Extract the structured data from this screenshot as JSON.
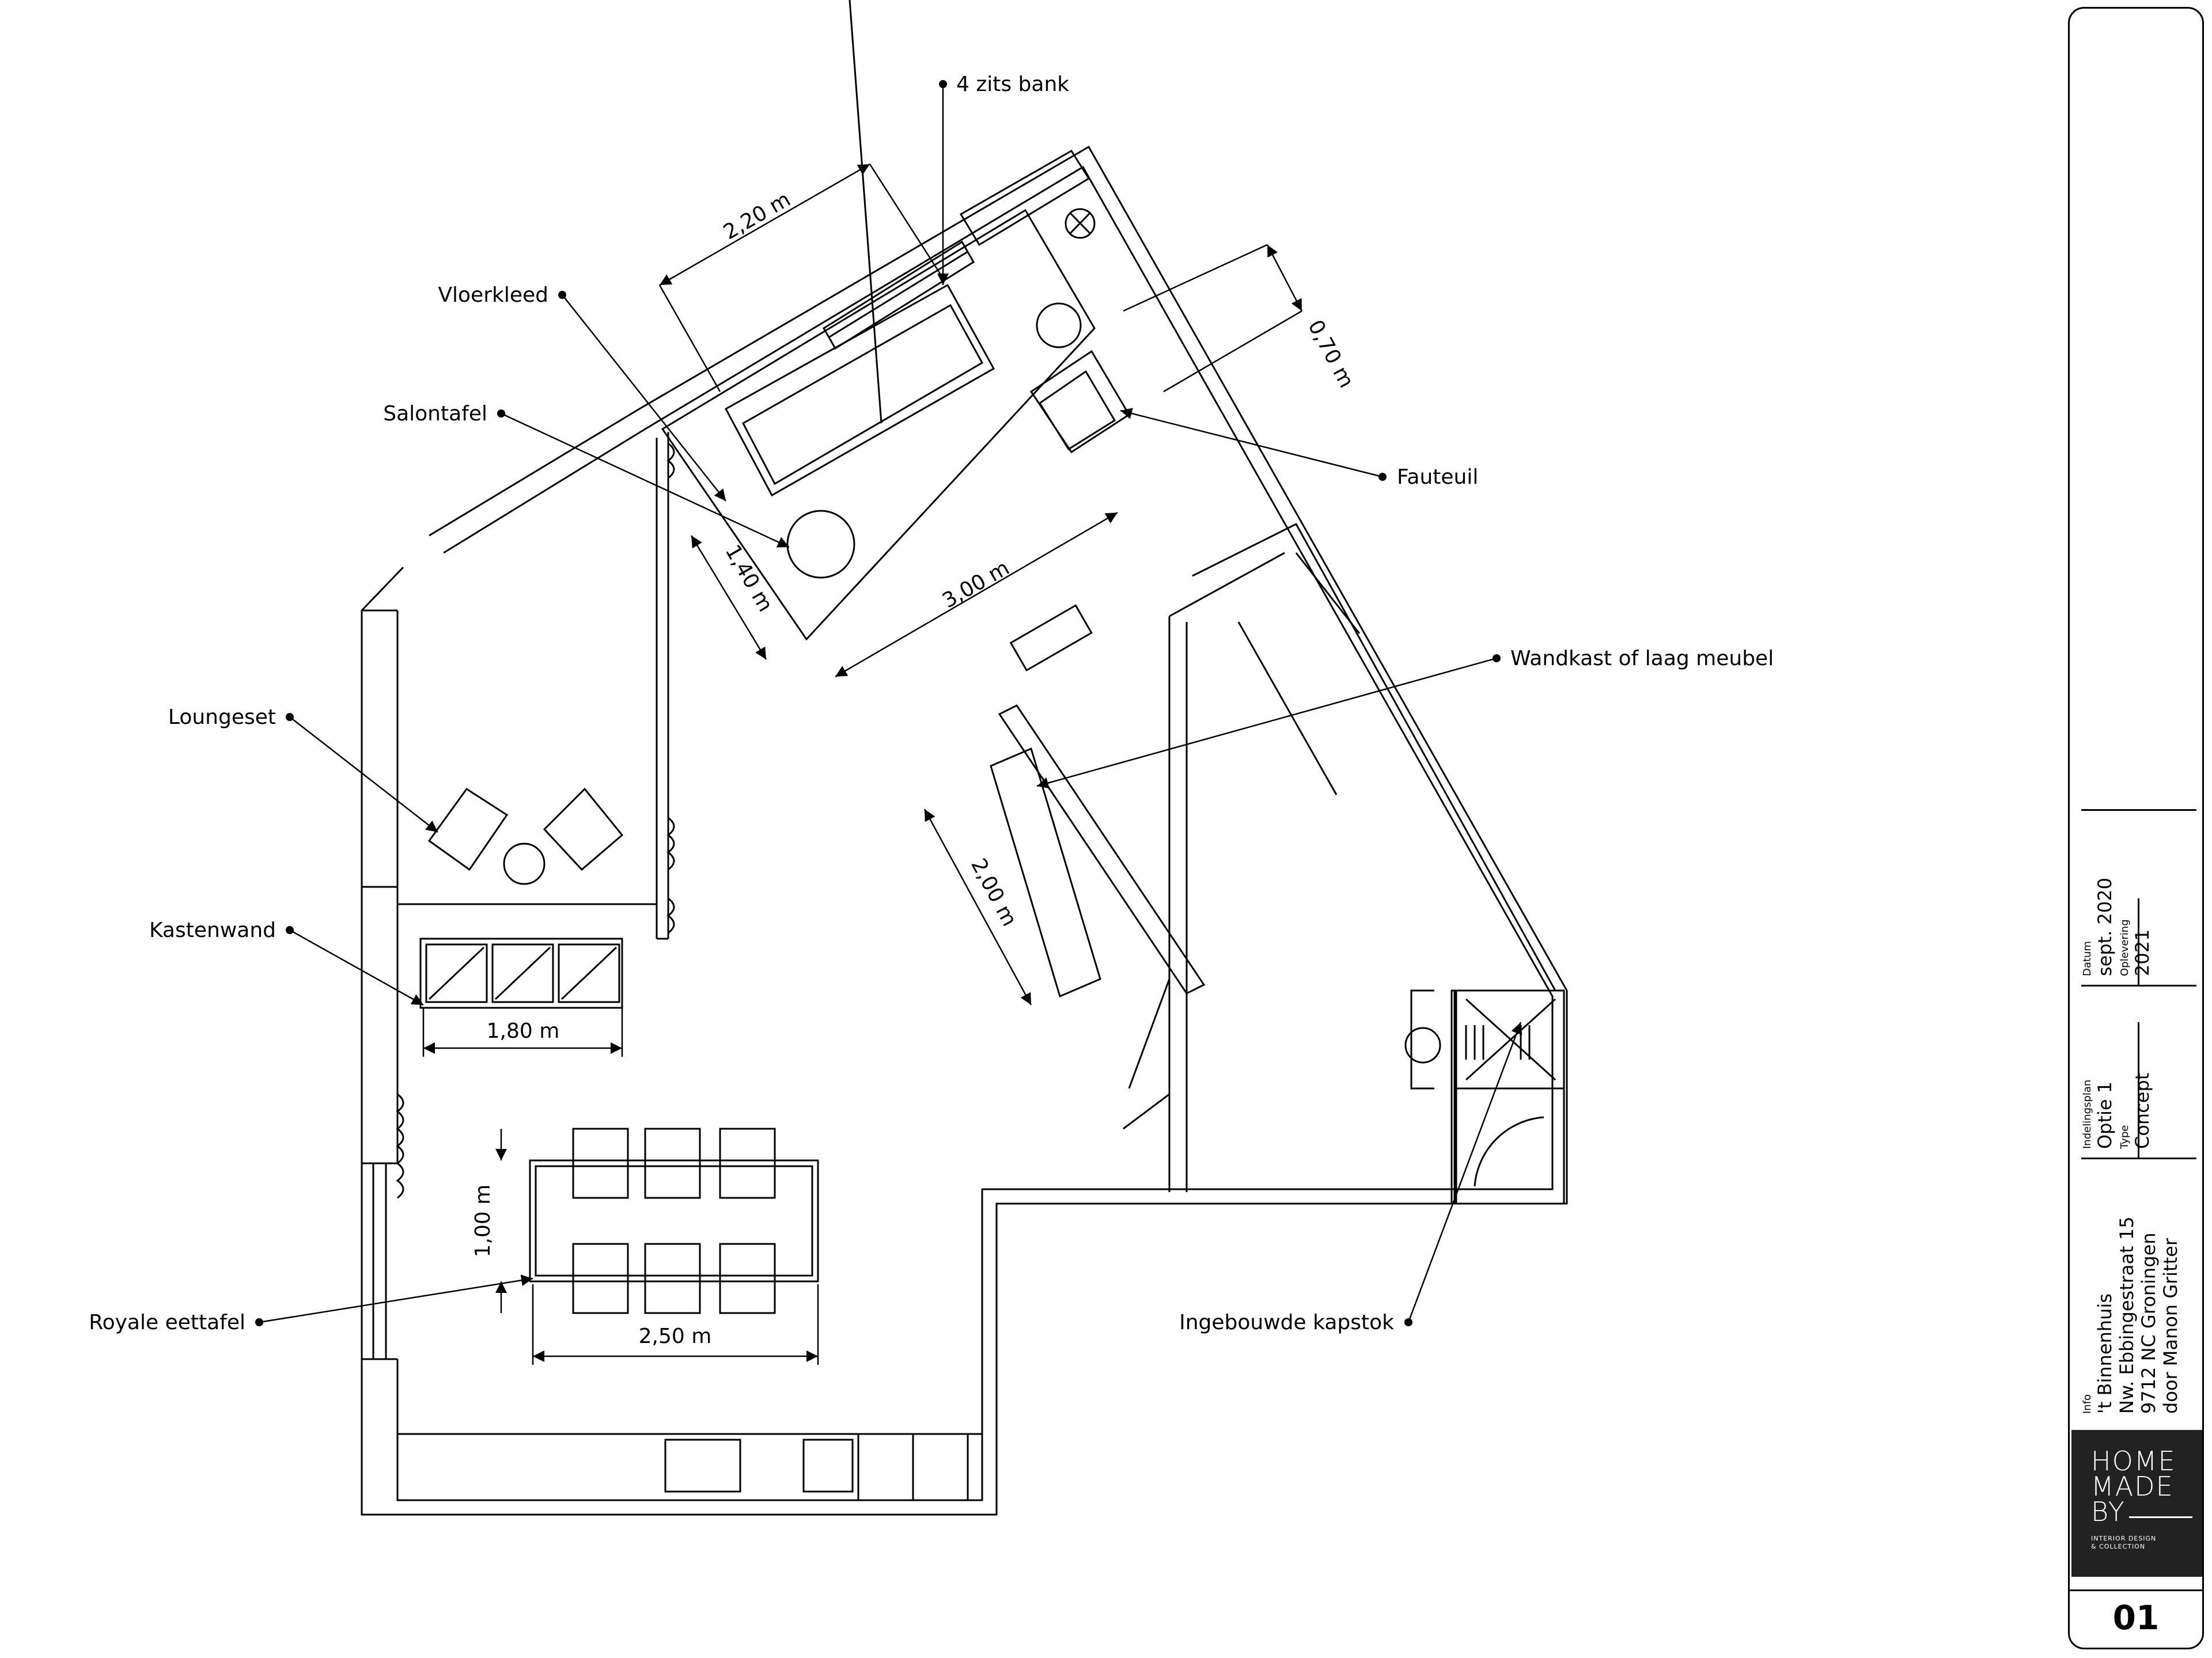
{
  "labels": {
    "bank": "4 zits bank",
    "vloerkleed": "Vloerkleed",
    "salontafel": "Salontafel",
    "fauteuil": "Fauteuil",
    "wandkast": "Wandkast of laag meubel",
    "loungeset": "Loungeset",
    "kastenwand": "Kastenwand",
    "eettafel": "Royale eettafel",
    "kapstok": "Ingebouwde kapstok"
  },
  "dimensions": {
    "d220": "2,20 m",
    "d070": "0,70 m",
    "d140": "1,40 m",
    "d300": "3,00 m",
    "d200": "2,00 m",
    "d180": "1,80 m",
    "d100": "1,00 m",
    "d250": "2,50 m"
  },
  "titleblock": {
    "datum_label": "Datum",
    "datum_value": "sept. 2020",
    "oplevering_label": "Oplevering",
    "oplevering_value": "2021",
    "indelingsplan_label": "Indelingsplan",
    "indelingsplan_value": "Optie 1",
    "type_label": "Type",
    "type_value": "Concept",
    "info_label": "Info",
    "info_lines": [
      "'t Binnenhuis",
      "Nw. Ebbingestraat 15",
      "9712 NC Groningen",
      "door Manon Gritter"
    ],
    "logo_lines": [
      "HOME",
      "MADE",
      "BY"
    ],
    "logo_sub": [
      "INTERIOR DESIGN",
      "& COLLECTION"
    ],
    "page": "01"
  }
}
